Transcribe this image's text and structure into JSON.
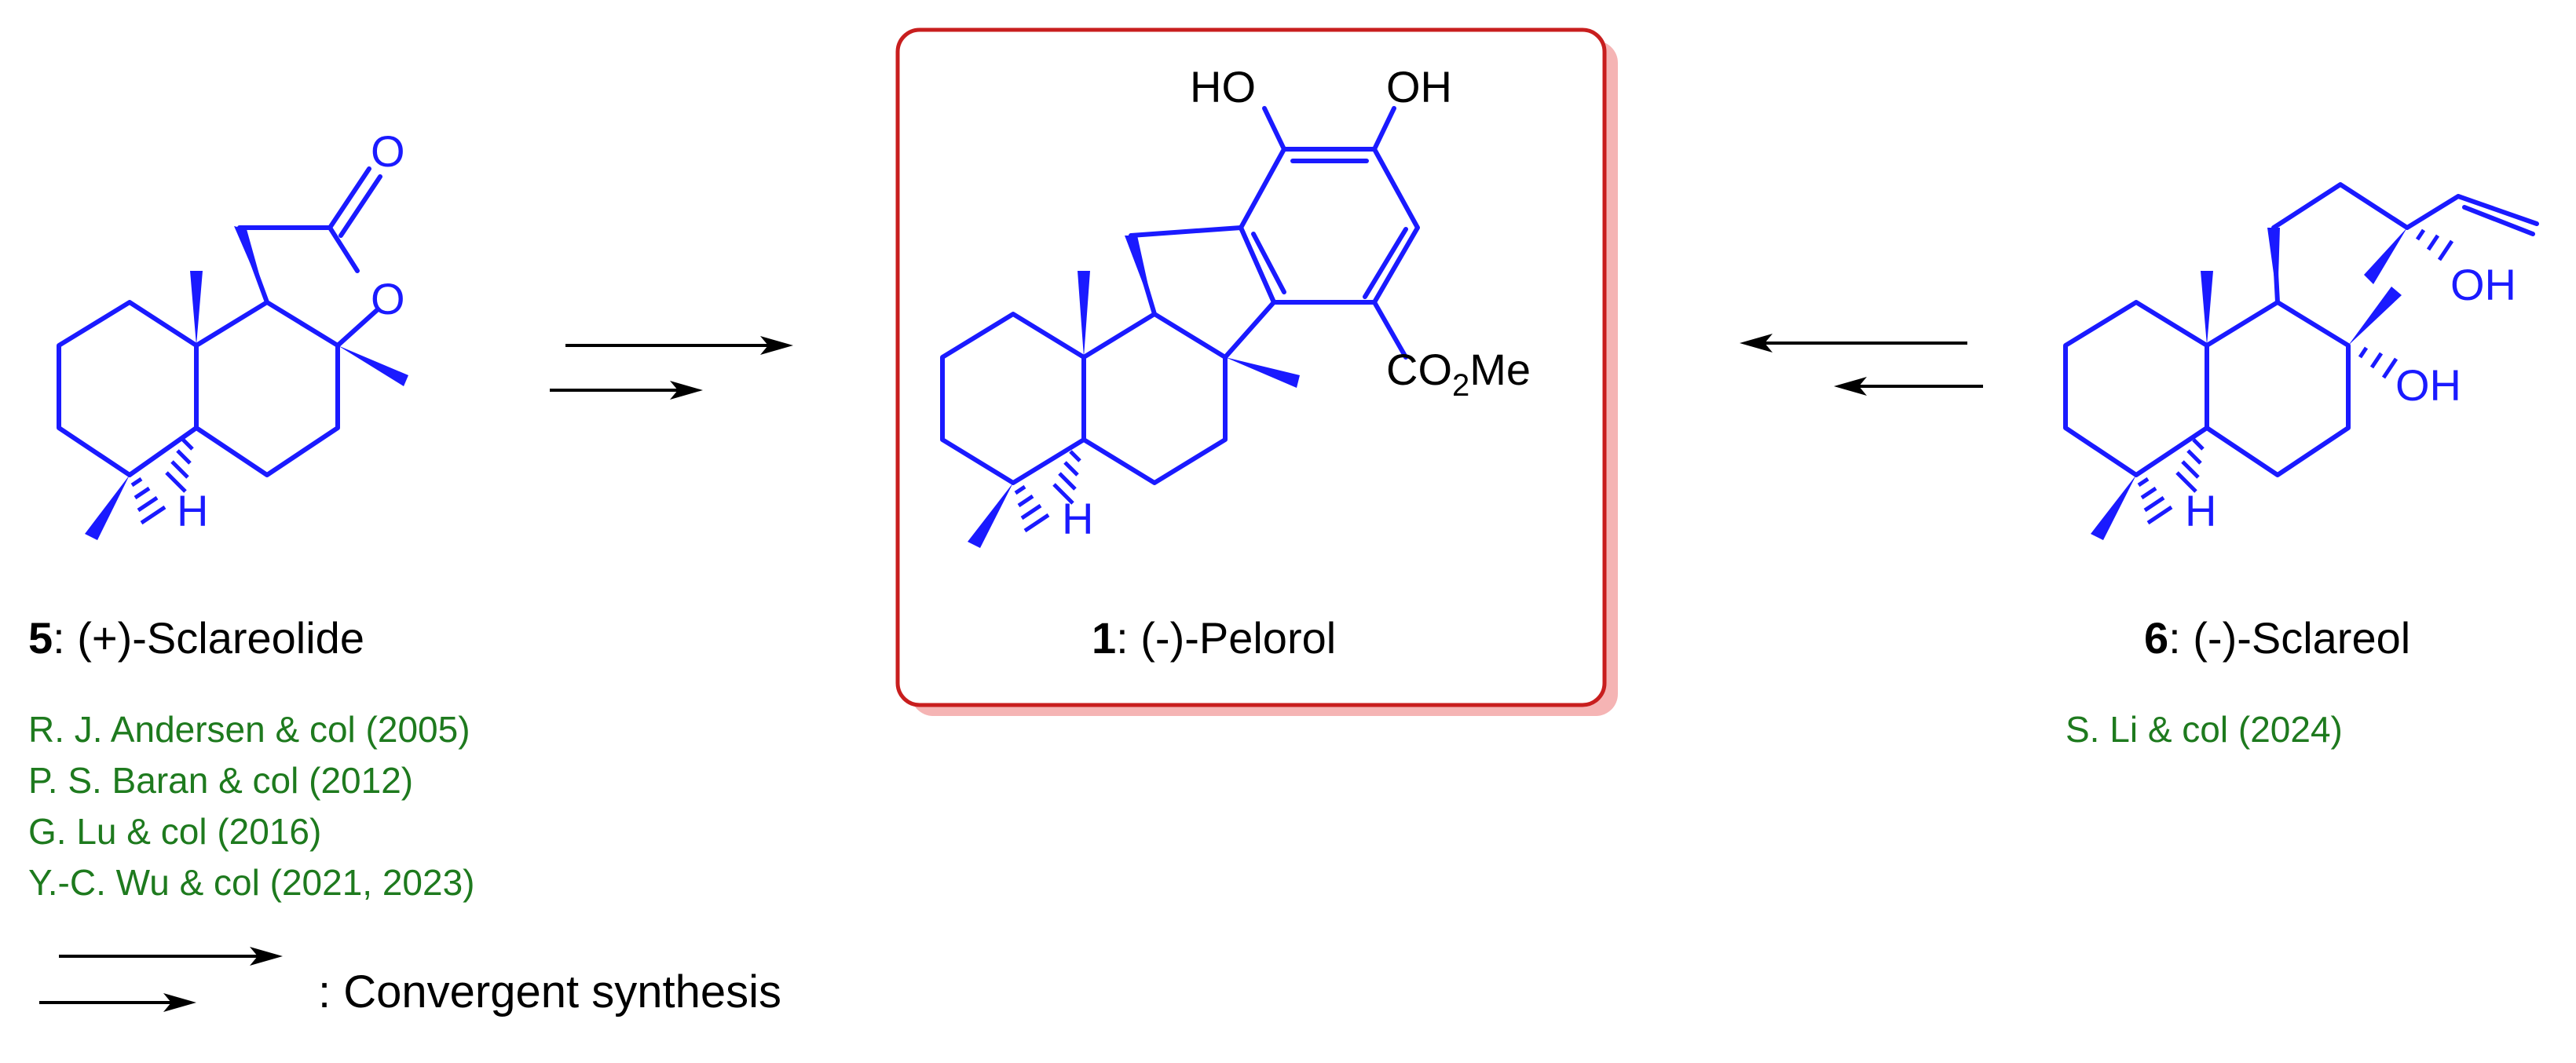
{
  "colors": {
    "structure": "#1a1aff",
    "reference": "#1e7a1e",
    "box_border": "#c81e1e",
    "box_shadow": "#f5b4b4",
    "text": "#000000"
  },
  "compounds": [
    {
      "number": "5",
      "name": ": (+)-Sclareolide",
      "atoms": {
        "O_carbonyl": "O",
        "O_ring": "O",
        "H": "H"
      }
    },
    {
      "number": "1",
      "name": ":  (-)-Pelorol",
      "atoms": {
        "OH_left": "HO",
        "OH_right": "OH",
        "ester_prefix": "CO",
        "ester_sub": "2",
        "ester_suffix": "Me",
        "H": "H"
      }
    },
    {
      "number": "6",
      "name": ": (-)-Sclareol",
      "atoms": {
        "OH_top": "OH",
        "OH_mid": "OH",
        "H": "H"
      }
    }
  ],
  "references_left": [
    "R. J. Andersen & col (2005)",
    "P. S. Baran & col (2012)",
    "G. Lu & col (2016)",
    "Y.-C. Wu & col (2021, 2023)"
  ],
  "references_right": [
    "S. Li & col (2024)"
  ],
  "legend": {
    "label": ": Convergent synthesis"
  }
}
